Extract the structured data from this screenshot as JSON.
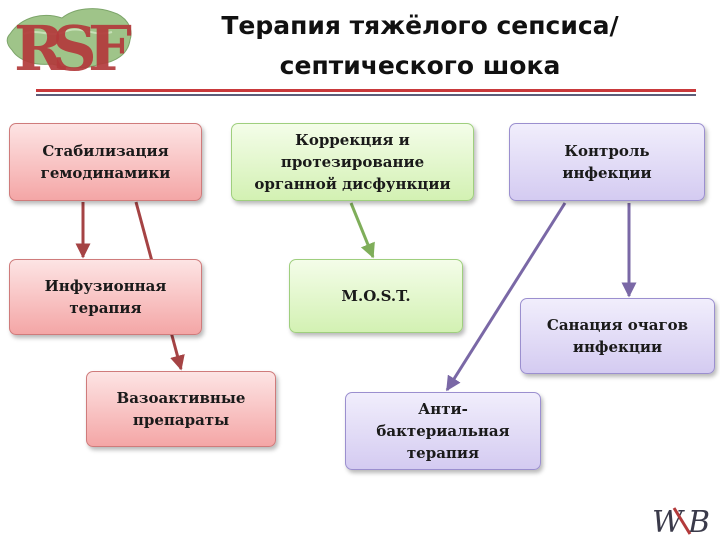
{
  "title": "Терапия тяжёлого сепсиса/\nсептического шока",
  "logo_text": "RSF",
  "corner_logo_text": "WB",
  "boxes": {
    "hemodynamics": "Стабилизация\nгемодинамики",
    "organ": "Коррекция и\nпротезирование\nорганной дисфункции",
    "infection_control": "Контроль\nинфекции",
    "infusion": "Инфузионная\nтерапия",
    "most": "M.O.S.T.",
    "sanation": "Санация очагов\nинфекции",
    "vasoactive": "Вазоактивные\nпрепараты",
    "antibacterial": "Анти-\nбактериальная\nтерапия"
  },
  "colors": {
    "red_group": "#f4a6a6",
    "green_group": "#d3f1b3",
    "purple_group": "#d4cbf1",
    "red_arrow": "#a54344",
    "green_arrow": "#7fae5a",
    "purple_arrow": "#7a68a6",
    "title_rule_red": "#c9393b",
    "title_rule_dark": "#5c5c78"
  }
}
